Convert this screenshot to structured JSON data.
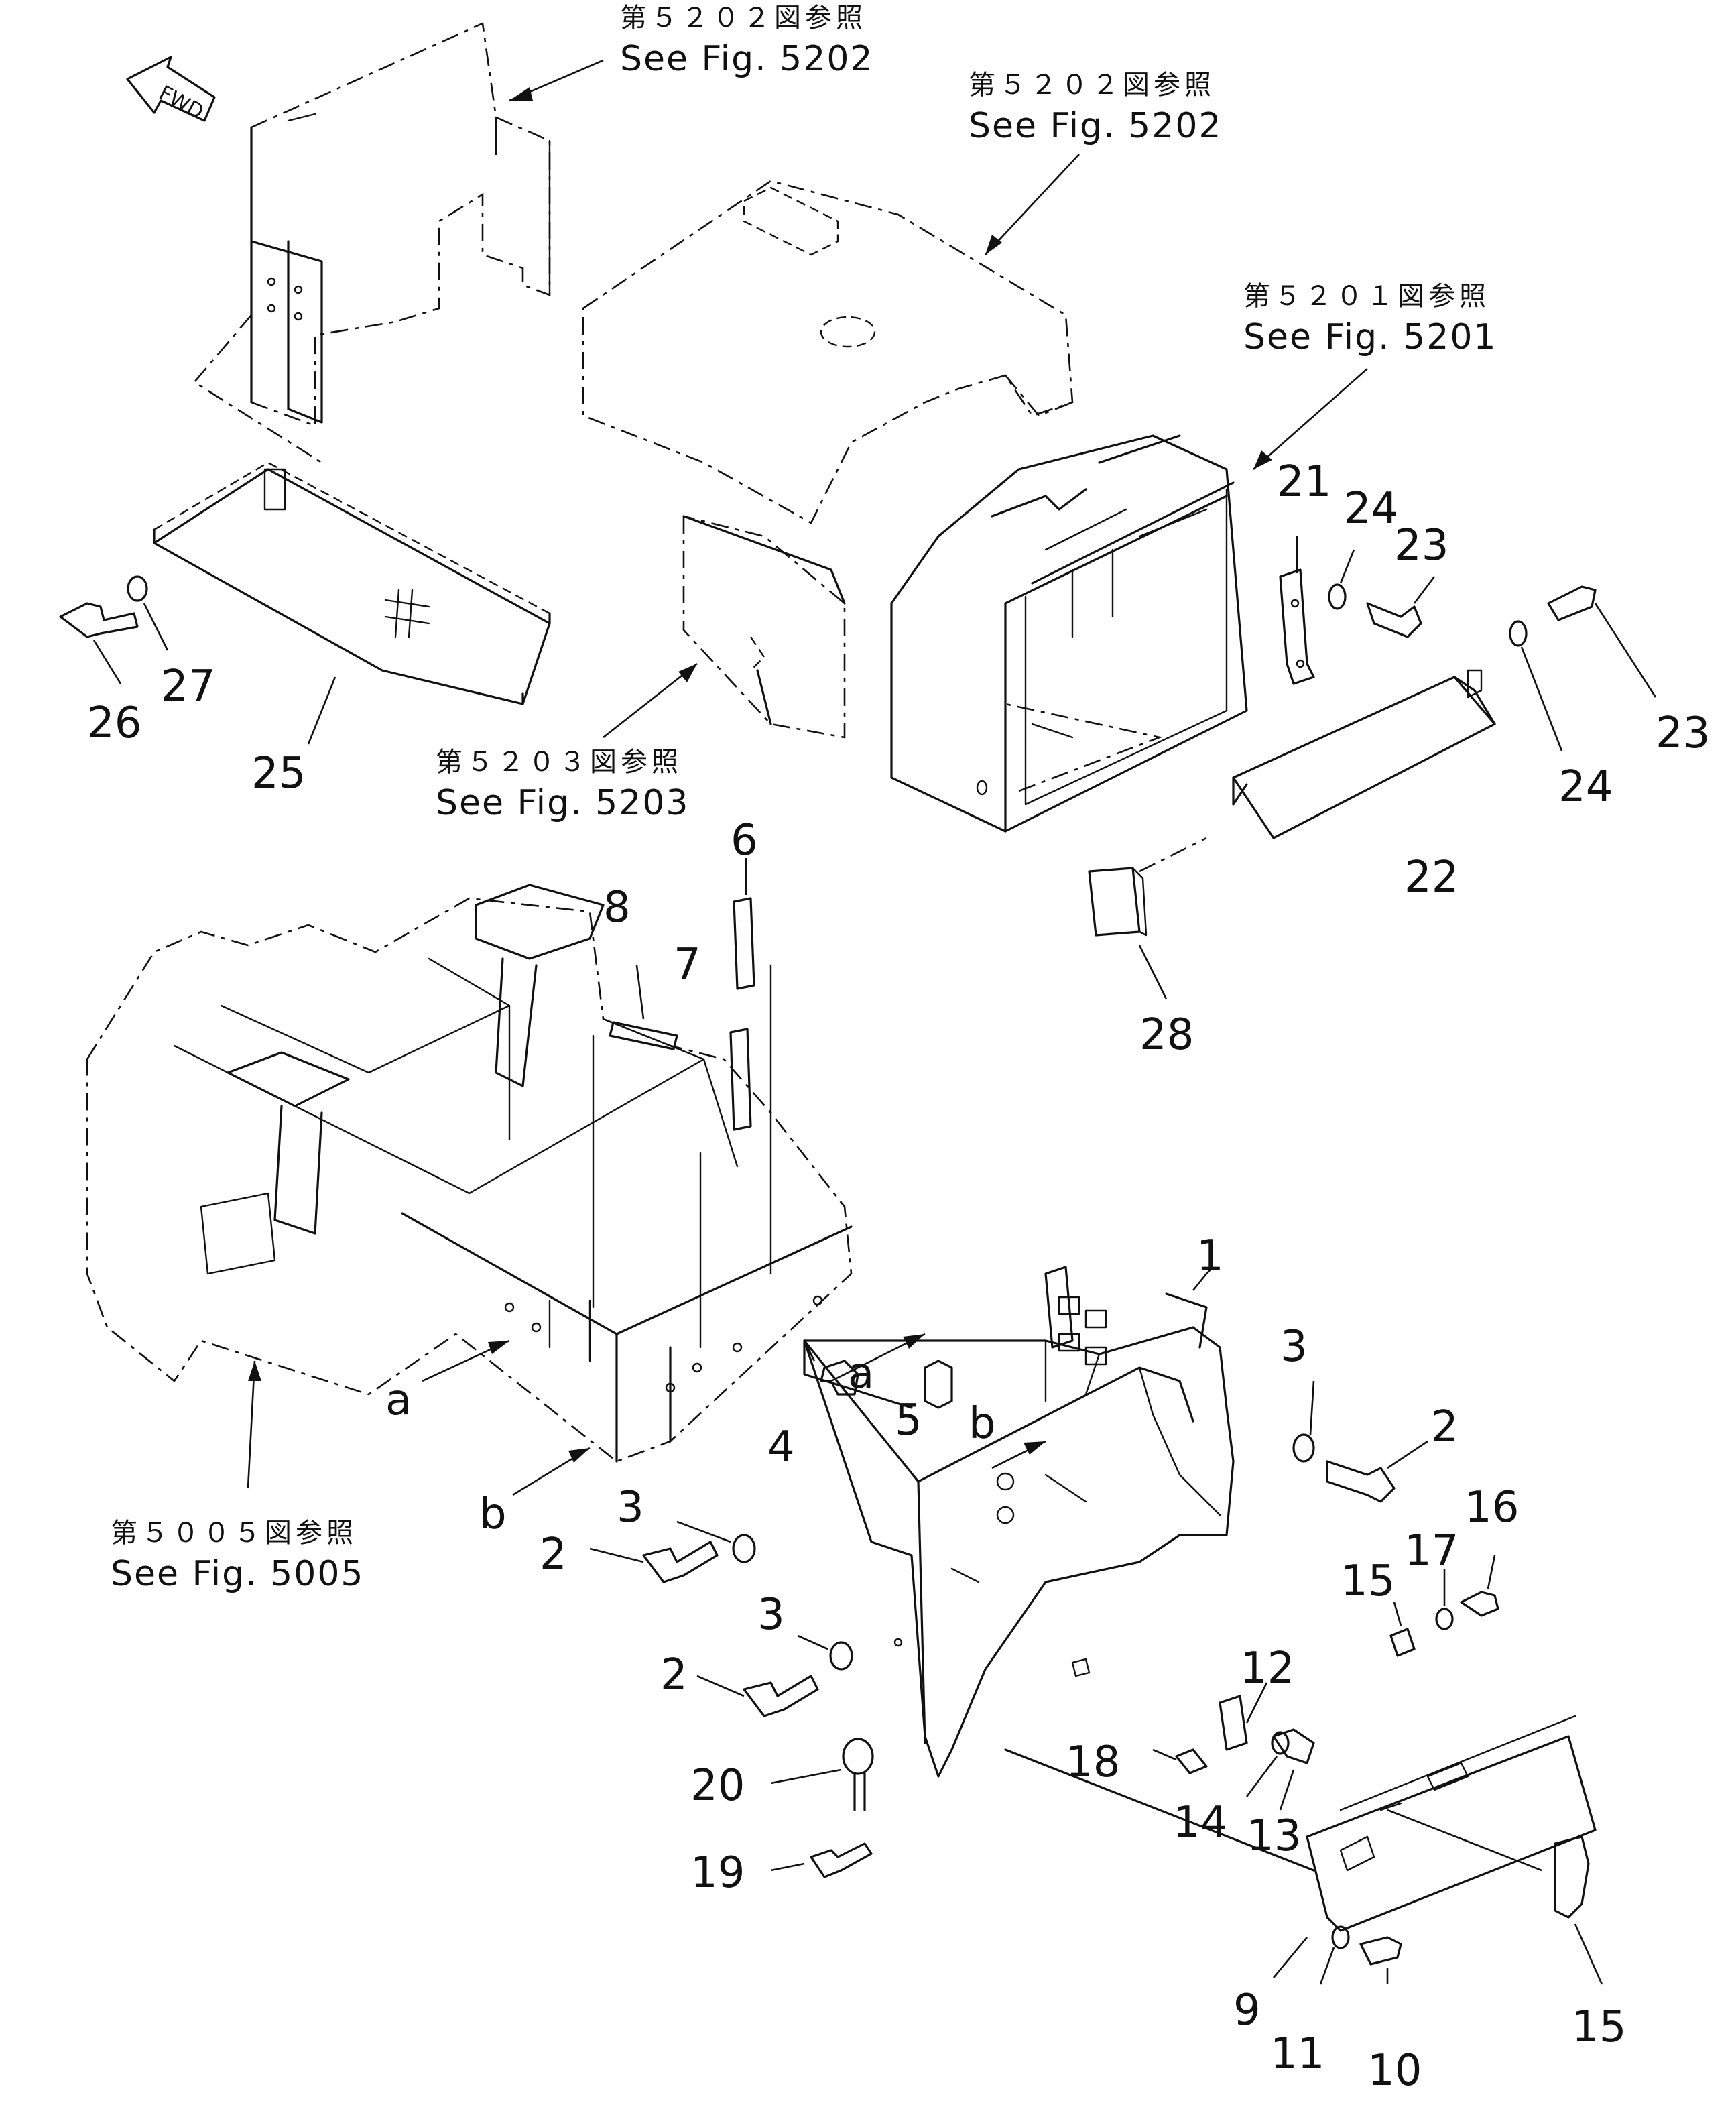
{
  "figure": {
    "fwd_marker": "FWD",
    "references": [
      {
        "id": "ref-top-left",
        "jp": "第５２０２図参照",
        "en": "See Fig. 5202"
      },
      {
        "id": "ref-top-center",
        "jp": "第５２０２図参照",
        "en": "See Fig. 5202"
      },
      {
        "id": "ref-right",
        "jp": "第５２０１図参照",
        "en": "See Fig. 5201"
      },
      {
        "id": "ref-middle",
        "jp": "第５２０３図参照",
        "en": "See Fig. 5203"
      },
      {
        "id": "ref-bottom-left",
        "jp": "第５００５図参照",
        "en": "See Fig. 5005"
      }
    ],
    "callouts": [
      "1",
      "2",
      "2",
      "2",
      "3",
      "3",
      "3",
      "4",
      "5",
      "6",
      "7",
      "8",
      "9",
      "10",
      "11",
      "12",
      "13",
      "14",
      "15",
      "15",
      "16",
      "17",
      "18",
      "19",
      "20",
      "21",
      "22",
      "23",
      "23",
      "24",
      "24",
      "25",
      "26",
      "27",
      "28",
      "a",
      "a",
      "b",
      "b"
    ]
  }
}
